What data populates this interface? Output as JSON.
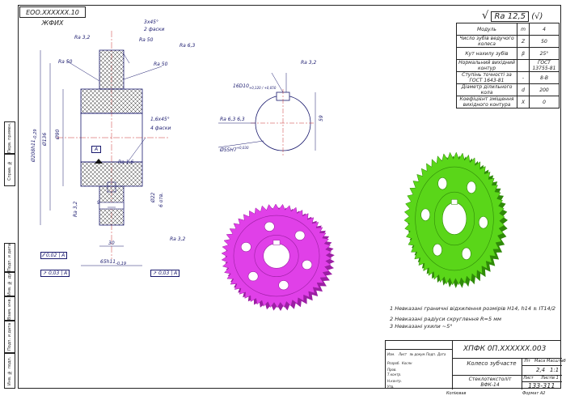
{
  "stamp": {
    "code": "ЕОО.ХХХХХХ.10 ЖФИХ"
  },
  "sidebar": [
    {
      "label": "Перв. примен."
    },
    {
      "label": "Справ. №"
    },
    {
      "label": "Подп. и дата"
    },
    {
      "label": "Инв. № дубл."
    },
    {
      "label": "Взам. инв. №"
    },
    {
      "label": "Подп. и дата"
    },
    {
      "label": "Инв. № подл."
    }
  ],
  "roughness": {
    "general": "Ra 12,5",
    "general_sub": "(√)"
  },
  "params_table": {
    "rows": [
      {
        "name": "Модуль",
        "sym": "m",
        "val": "4"
      },
      {
        "name": "Число зубів ведучого колеса",
        "sym": "Z",
        "val": "50"
      },
      {
        "name": "Кут нахилу зубів",
        "sym": "β",
        "val": "25°"
      },
      {
        "name": "Нормальний вихідний контур",
        "sym": "",
        "val": "ГОСТ 13755-81"
      },
      {
        "name": "Ступінь точності за ГОСТ 1643-81",
        "sym": "-",
        "val": "8-B"
      },
      {
        "name": "Діаметр ділильного кола",
        "sym": "d",
        "val": "200"
      },
      {
        "name": "Коефіцієнт зміщення вихідного контура",
        "sym": "X",
        "val": "0"
      }
    ]
  },
  "section_dims": {
    "chamfer1": "3x45°",
    "chamfer1_note": "2 фаски",
    "ra32_a": "Ra 3,2",
    "ra50_a": "Ra 50",
    "ra63": "Ra 6,3",
    "ra50_b": "Ra 50",
    "ra50_c": "Ra 50",
    "d_outer": "Ø208h11",
    "d_outer_tol": "-0,29",
    "d136": "Ø136",
    "d90": "Ø90",
    "chamfer2": "1,6x45°",
    "chamfer2_note": "4 фаски",
    "datum_a": "A",
    "ra16": "Ra 1,6",
    "d22": "Ø22",
    "d22_note": "6 отв.",
    "dim9": "9",
    "ra32_b": "Ra 3,2",
    "ra32_c": "Ra 3,2",
    "dim30": "30",
    "dim65": "65h11",
    "dim65_tol": "-0,19",
    "tol1_val": "0,02",
    "tol1_ref": "A",
    "tol2_val": "0,03",
    "tol2_ref": "A",
    "tol3_val": "0,03",
    "tol3_ref": "A"
  },
  "hub_view": {
    "keyway": "16D10",
    "keyway_tol": "+0,120 / +0,050",
    "ra32": "Ra 3,2",
    "ra63": "Ra 6,3  6,3",
    "bore": "Ø55H7",
    "bore_tol": "+0,030",
    "dim59": "59"
  },
  "notes": [
    "1 Невказані граничні відхилення розмірів  H14, h14 ± IT14/2",
    "2 Невказані радіуси скруглення R=5 мм",
    "3 Невказані ухили ~5°"
  ],
  "title_block": {
    "doc_code": "ХПФК 0П.ХХХХХХ.003",
    "part_name": "Колесо зубчасте",
    "material": "Стеклотекстоліт ВФК-14",
    "lit_label": "Літ",
    "mass_label": "Маса",
    "scale_label": "Масштаб",
    "mass": "2,4",
    "scale": "1:1",
    "sheet_label": "Лист",
    "sheets_label": "Листів 1",
    "group": "133-311",
    "copied": "Копіював",
    "format": "Формат   А2",
    "rows": [
      "Изм.",
      "Лист",
      "№ докум.",
      "Подп.",
      "Дата"
    ],
    "roles": [
      "Розроб.",
      "Пров.",
      "Т.контр.",
      "Н.контр.",
      "Утв."
    ],
    "author": "Косян"
  },
  "colors": {
    "line": "#1a1a6e",
    "frame": "#222222",
    "hatch": "#333333",
    "gear_magenta": "#e040e8",
    "gear_green": "#5ad619"
  }
}
